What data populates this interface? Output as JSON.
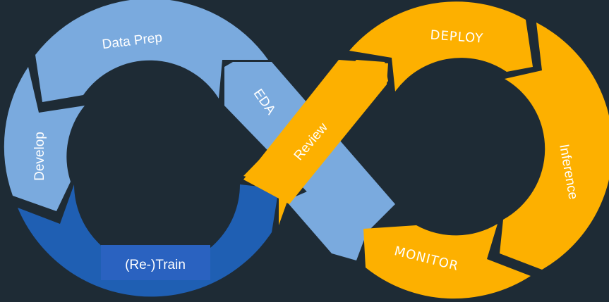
{
  "diagram": {
    "title": "MLOps infinity loop",
    "colors": {
      "background": "#1e2b35",
      "light_blue": "#7aaade",
      "dark_blue": "#1f5fb3",
      "retrain_box": "#2a62c0",
      "orange": "#fdb000",
      "text": "#ffffff"
    },
    "left_loop": {
      "segments": [
        {
          "id": "data-prep",
          "label": "Data Prep"
        },
        {
          "id": "eda",
          "label": "EDA"
        },
        {
          "id": "develop",
          "label": "Develop"
        },
        {
          "id": "retrain",
          "label": "(Re-)Train"
        }
      ]
    },
    "right_loop": {
      "segments": [
        {
          "id": "review",
          "label": "Review"
        },
        {
          "id": "deploy",
          "label": "DEPLOY"
        },
        {
          "id": "inference",
          "label": "Inference"
        },
        {
          "id": "monitor",
          "label": "MONITOR"
        }
      ]
    }
  }
}
